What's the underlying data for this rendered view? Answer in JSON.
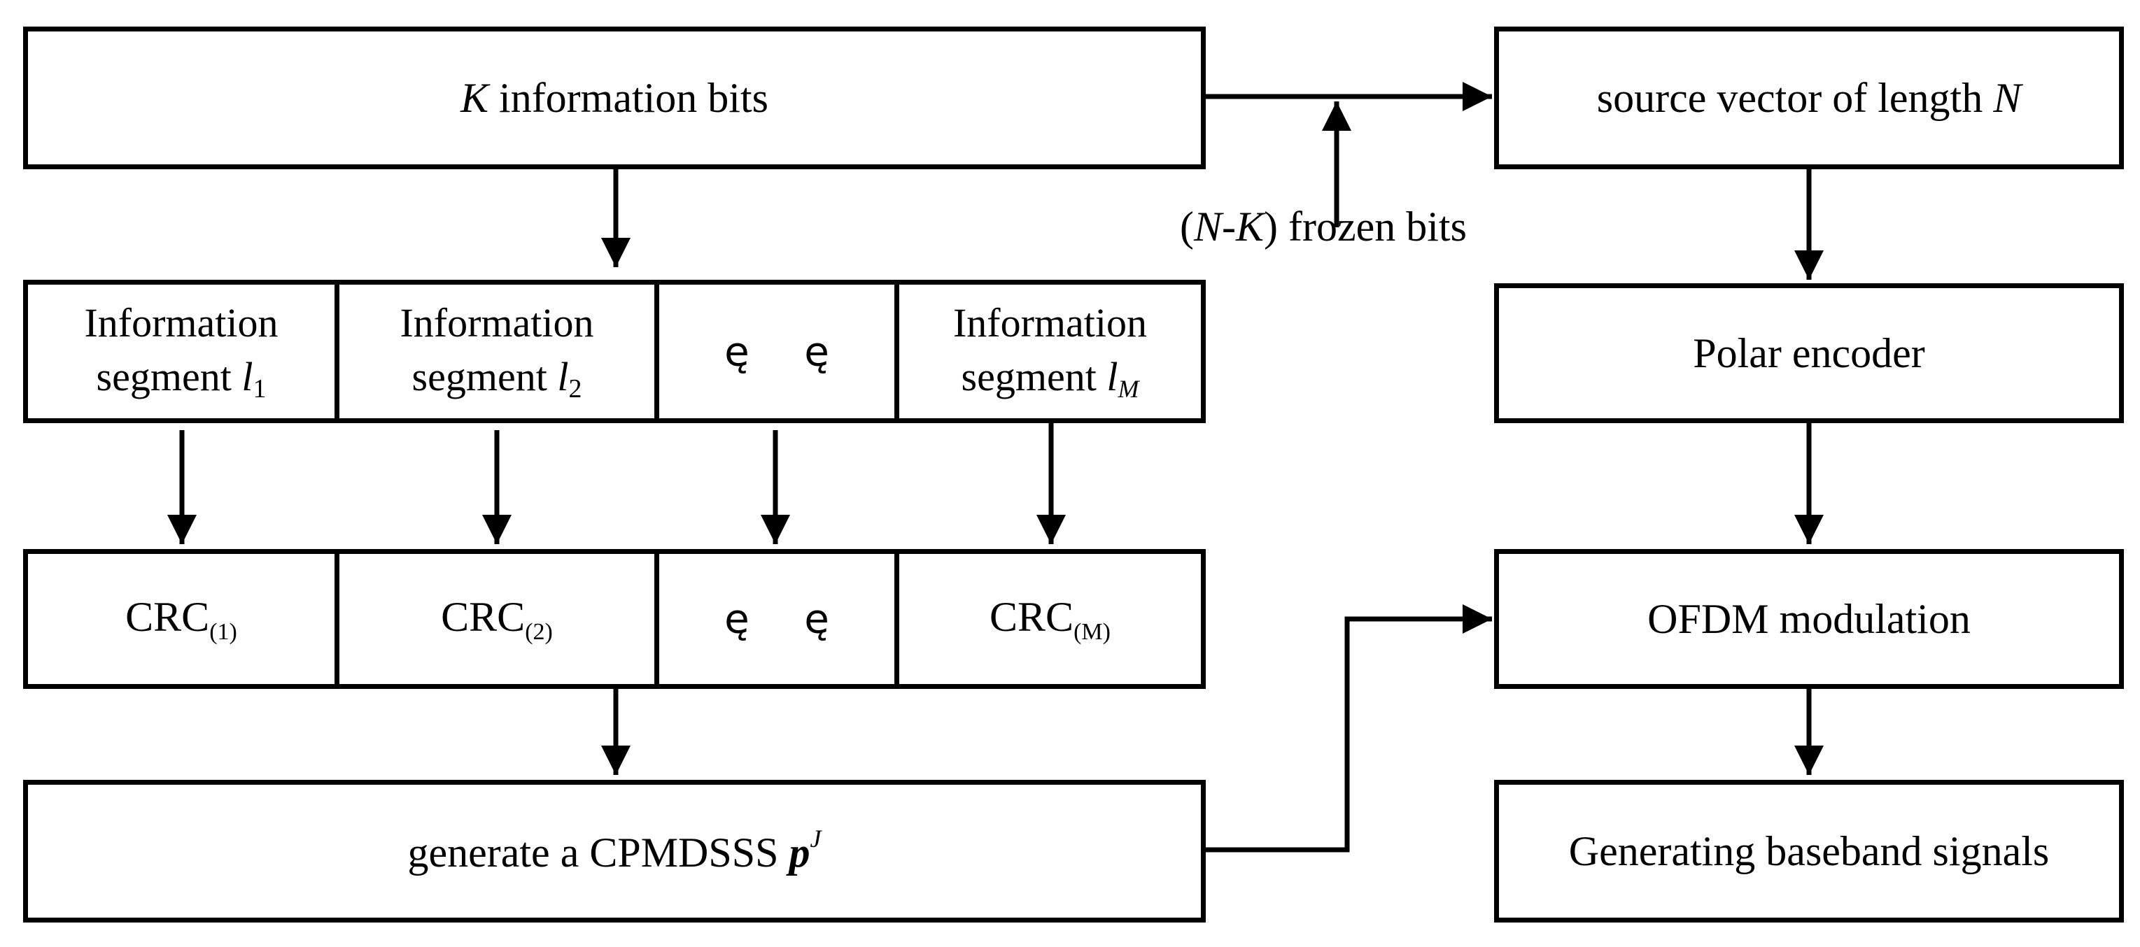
{
  "diagram": {
    "top": {
      "k_symbol": "K",
      "info_bits_text": " information bits"
    },
    "frozen": {
      "open_paren": "(",
      "n": "N",
      "dash": "-",
      "k": "K",
      "close_text": ") frozen bits"
    },
    "source_vector": {
      "text": "source vector of length ",
      "n": "N"
    },
    "segments": [
      {
        "line1": "Information",
        "line2": "segment ",
        "sym": "l",
        "sub": "1"
      },
      {
        "line1": "Information",
        "line2": "segment ",
        "sym": "l",
        "sub": "2"
      },
      {
        "dots": "ę ę"
      },
      {
        "line1": "Information",
        "line2": "segment ",
        "sym": "l",
        "sub": "M"
      }
    ],
    "crcs": [
      {
        "label": "CRC",
        "sub": "(1)"
      },
      {
        "label": "CRC",
        "sub": "(2)"
      },
      {
        "dots": "ę ę"
      },
      {
        "label": "CRC",
        "sub": "(M)"
      }
    ],
    "generate": {
      "text": "generate a CPMDSSS ",
      "p": "p",
      "sup": "J"
    },
    "polar_encoder": "Polar encoder",
    "ofdm": "OFDM modulation",
    "baseband": "Generating baseband signals"
  }
}
